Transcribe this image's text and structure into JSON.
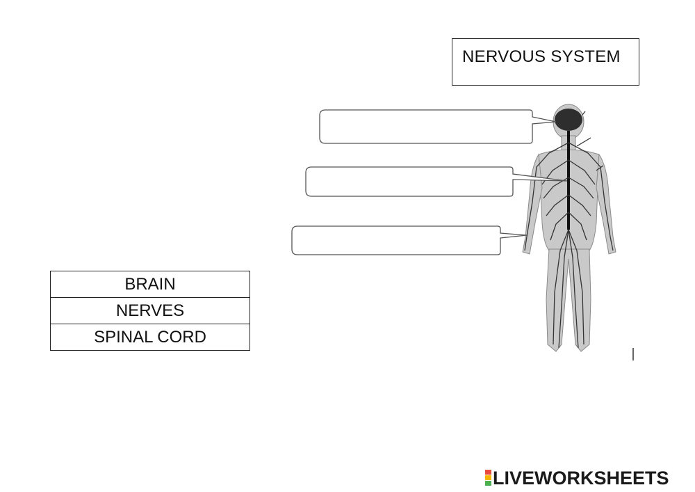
{
  "title": "NERVOUS SYSTEM",
  "word_bank": [
    "BRAIN",
    "NERVES",
    "SPINAL CORD"
  ],
  "answer_boxes": [
    "",
    "",
    ""
  ],
  "logo": {
    "text": "LIVEWORKSHEETS",
    "icon_colors": [
      "#e94b3c",
      "#f7b500",
      "#4caf50",
      "#2196f3"
    ]
  }
}
